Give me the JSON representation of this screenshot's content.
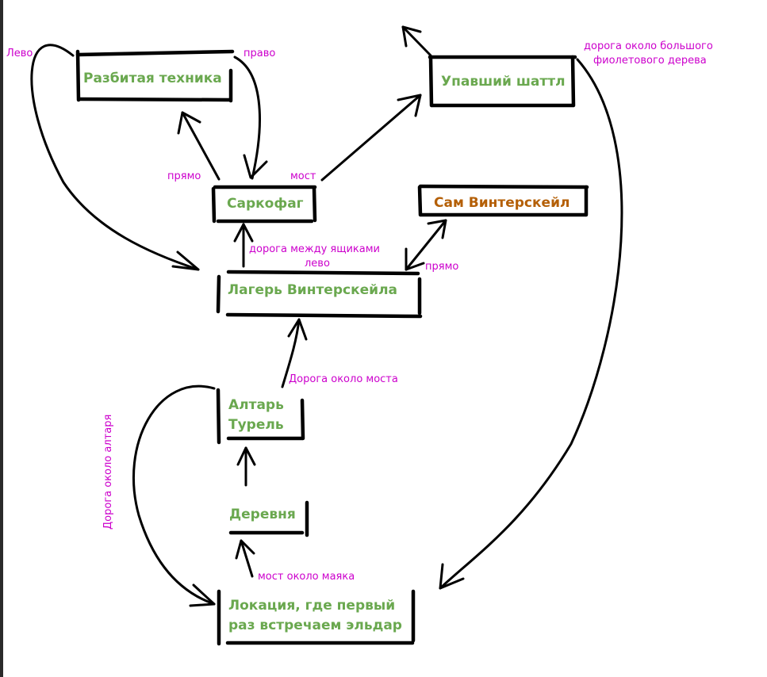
{
  "colors": {
    "node_text": "#6aa84f",
    "node_text_special": "#b45f06",
    "edge_label": "#cc00cc",
    "stroke": "#000000"
  },
  "nodes": {
    "broken_tech": "Разбитая техника",
    "crashed_shuttle": "Упавший шаттл",
    "sarcophagus": "Саркофаг",
    "sam_winterskale": "Сам Винтерскейл",
    "winterskale_camp": "Лагерь Винтерскейла",
    "altar_turret_line1": "Алтарь",
    "altar_turret_line2": "Турель",
    "village": "Деревня",
    "eldar_location_line1": "Локация, где первый",
    "eldar_location_line2": "раз встречаем эльдар"
  },
  "edge_labels": {
    "left_top": "Лево",
    "right_top": "право",
    "straight_sarc": "прямо",
    "bridge": "мост",
    "purple_tree_line1": "дорога около большого",
    "purple_tree_line2": "фиолетового дерева",
    "between_boxes": "дорога между ящиками",
    "left_camp": "лево",
    "straight_camp": "прямо",
    "near_bridge": "Дорога около моста",
    "near_altar": "Дорога около алтаря",
    "near_lighthouse": "мост около маяка"
  }
}
